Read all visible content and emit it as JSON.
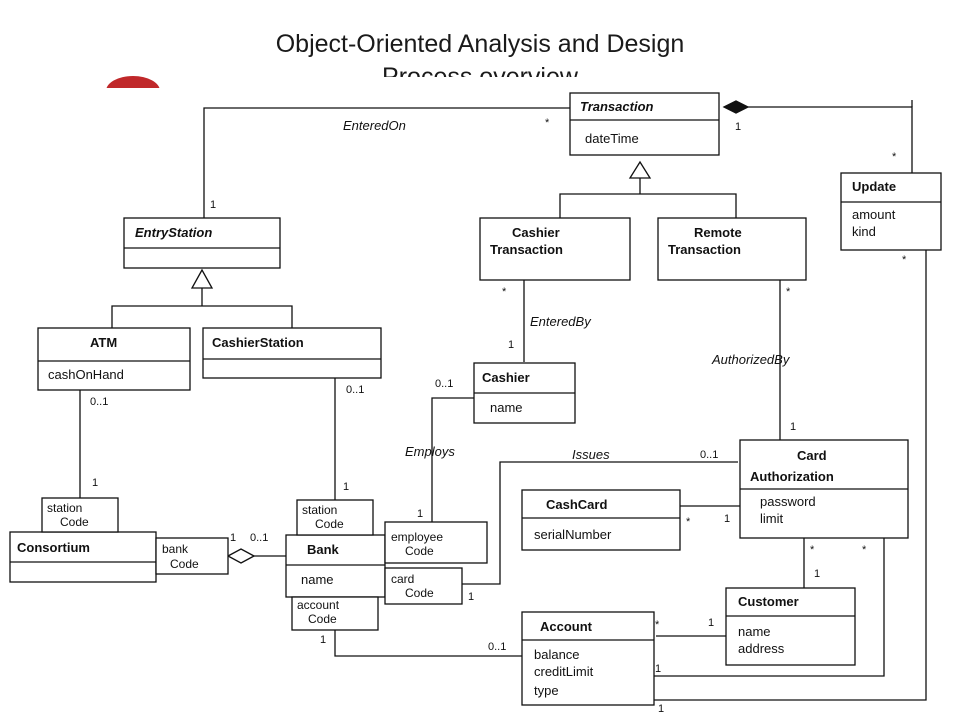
{
  "page": {
    "title_line1": "Object-Oriented Analysis and Design",
    "title_line2": "Process overview"
  },
  "classes": {
    "transaction": {
      "name": "Transaction",
      "attrs": [
        "dateTime"
      ]
    },
    "entry_station": {
      "name": "EntryStation"
    },
    "atm": {
      "name": "ATM",
      "attrs": [
        "cashOnHand"
      ]
    },
    "cashier_station": {
      "name": "CashierStation"
    },
    "cashier_transaction": {
      "name_line1": "Cashier",
      "name_line2": "Transaction"
    },
    "remote_transaction": {
      "name_line1": "Remote",
      "name_line2": "Transaction"
    },
    "update": {
      "name": "Update",
      "attrs": [
        "amount",
        "kind"
      ]
    },
    "cashier": {
      "name": "Cashier",
      "attrs": [
        "name"
      ]
    },
    "card_authorization": {
      "name_line1": "Card",
      "name_line2": "Authorization",
      "attrs": [
        "password",
        "limit"
      ]
    },
    "cash_card": {
      "name": "CashCard",
      "attrs": [
        "serialNumber"
      ]
    },
    "consortium": {
      "name": "Consortium"
    },
    "bank": {
      "name": "Bank",
      "attrs": [
        "name"
      ]
    },
    "customer": {
      "name": "Customer",
      "attrs": [
        "name",
        "address"
      ]
    },
    "account": {
      "name": "Account",
      "attrs": [
        "balance",
        "creditLimit",
        "type"
      ]
    }
  },
  "qualifiers": {
    "station_code_consortium": [
      "station",
      "Code"
    ],
    "station_code_bank": [
      "station",
      "Code"
    ],
    "bank_code": [
      "bank",
      "Code"
    ],
    "employee_code": [
      "employee",
      "Code"
    ],
    "card_code": [
      "card",
      "Code"
    ],
    "account_code": [
      "account",
      "Code"
    ]
  },
  "roles": {
    "entered_on": "EnteredOn",
    "entered_by": "EnteredBy",
    "authorized_by": "AuthorizedBy",
    "employs": "Employs",
    "issues": "Issues"
  },
  "multiplicities": {
    "m1": "*",
    "m2": "1",
    "m3": "1",
    "m4": "*",
    "m5": "1",
    "m6": "*",
    "m7": "*",
    "m8": "1",
    "m9": "*",
    "m10": "1",
    "m11": "0..1",
    "m12": "1",
    "m13": "0..1",
    "m14": "1",
    "m15": "1",
    "m16": "0..1",
    "m17": "0..1",
    "m18": "1",
    "m19": "0..1",
    "m20": "1",
    "m21": "*",
    "m22": "1",
    "m23": "*",
    "m24": "*",
    "m25": "1",
    "m26": "*",
    "m27": "1",
    "m28": "1",
    "m29": "0..1",
    "m30": "1"
  }
}
